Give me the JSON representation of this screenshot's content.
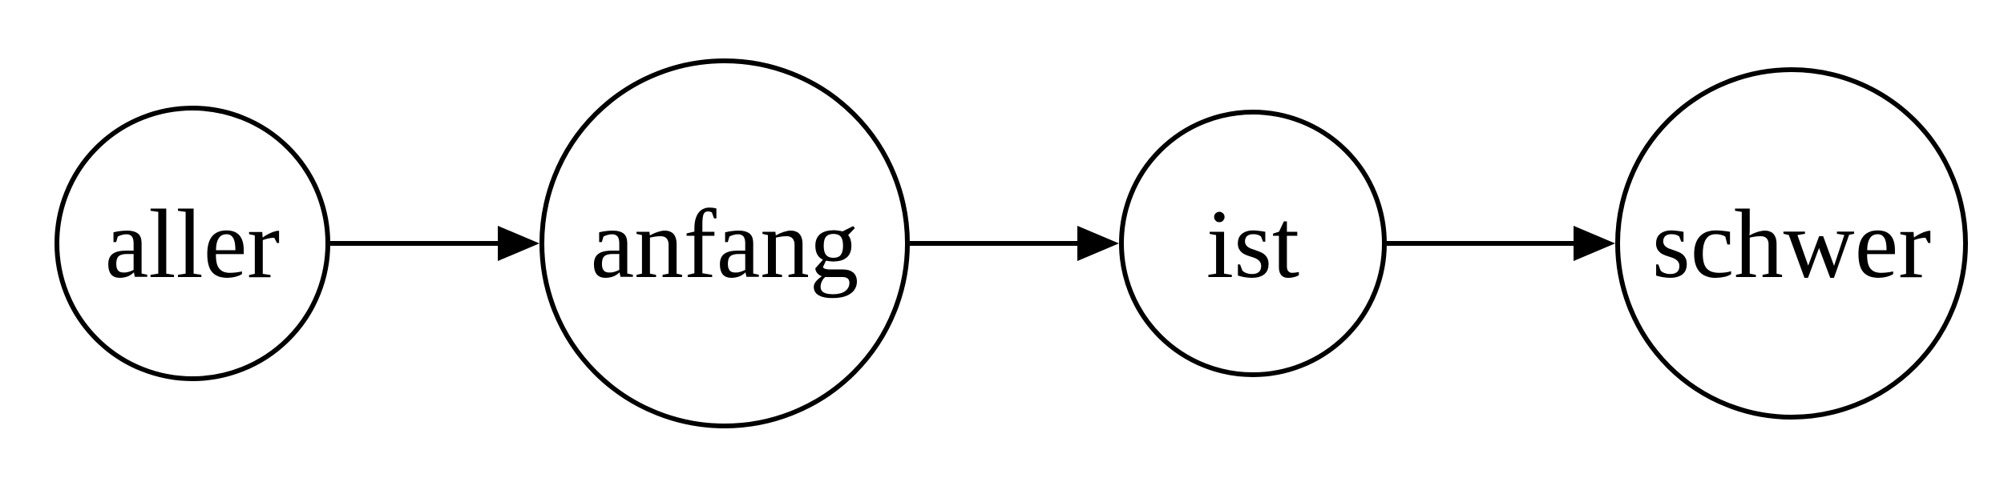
{
  "diagram": {
    "type": "directed-graph",
    "description": "Word chain of four circular states connected left to right by arrows",
    "colors": {
      "background": "#ffffff",
      "stroke": "#000000",
      "node_fill": "#ffffff"
    },
    "nodes": [
      {
        "id": "aller",
        "label": "aller"
      },
      {
        "id": "anfang",
        "label": "anfang"
      },
      {
        "id": "ist",
        "label": "ist"
      },
      {
        "id": "schwer",
        "label": "schwer"
      }
    ],
    "edges": [
      {
        "from": "aller",
        "to": "anfang"
      },
      {
        "from": "anfang",
        "to": "ist"
      },
      {
        "from": "ist",
        "to": "schwer"
      }
    ]
  }
}
